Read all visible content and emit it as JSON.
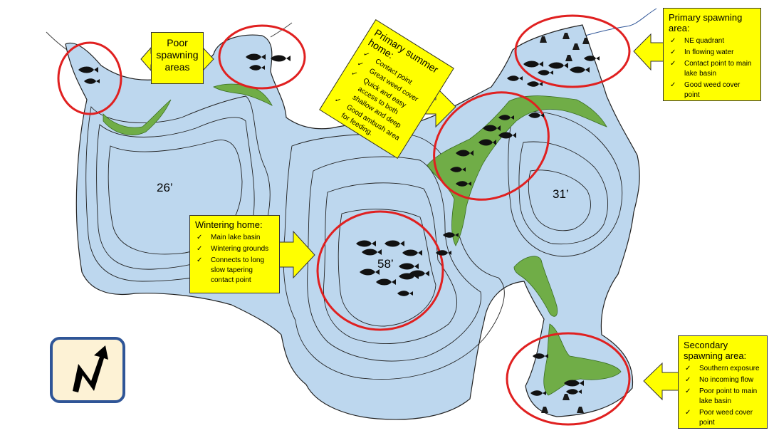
{
  "map": {
    "depths": {
      "west_basin": "26’",
      "main_basin": "58’",
      "east_basin": "31’"
    },
    "labels": {
      "poor_spawning": "Poor spawning areas",
      "primary_summer": {
        "title": "Primary summer home:",
        "items": [
          "Contact point",
          "Great weed cover",
          "Quick and easy access to both shallow and deep",
          "Good ambush area for feeding."
        ]
      },
      "primary_spawning": {
        "title": "Primary spawning area:",
        "items": [
          "NE quadrant",
          "In flowing water",
          "Contact point to main lake basin",
          "Good weed cover point"
        ]
      },
      "wintering": {
        "title": "Wintering home:",
        "items": [
          "Main lake basin",
          "Wintering grounds",
          "Connects to long slow tapering contact point"
        ]
      },
      "secondary_spawning": {
        "title": "Secondary spawning area:",
        "items": [
          "Southern exposure",
          "No incoming flow",
          "Poor point to main lake basin",
          "Poor weed cover point"
        ]
      }
    },
    "colors": {
      "water": "#bdd7ee",
      "weed": "#70ad47",
      "callout": "#ffff00",
      "circle": "#e02020",
      "compass_border": "#2f5597",
      "compass_fill": "#fdf2d5"
    },
    "icons": [
      "fish-icon",
      "stump-icon",
      "north-arrow-icon",
      "checkmark-icon"
    ]
  }
}
